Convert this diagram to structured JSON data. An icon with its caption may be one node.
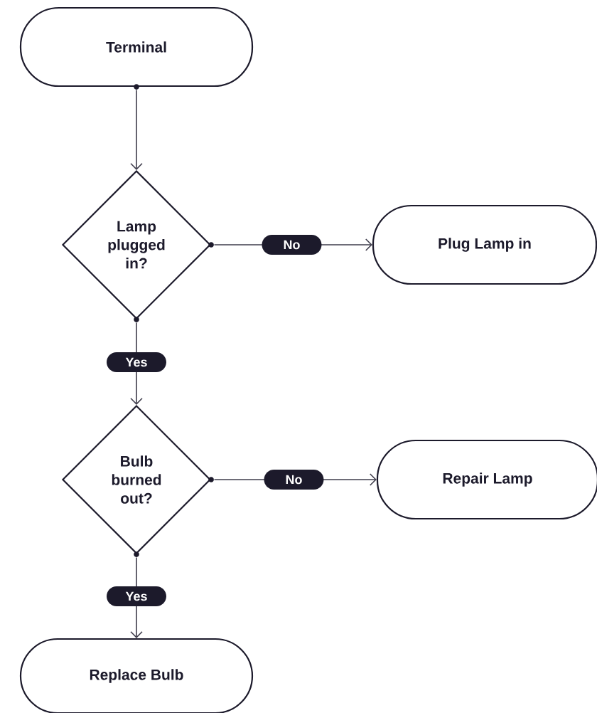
{
  "diagram": {
    "nodes": [
      {
        "text": [
          "Terminal"
        ]
      },
      {
        "text": [
          "Lamp plugged in?"
        ]
      },
      {
        "text": [
          "Plug Lamp in"
        ]
      },
      {
        "text": [
          "Bulb burned out?"
        ]
      },
      {
        "text": [
          "Repair Lamp"
        ]
      },
      {
        "text": [
          "Replace Bulb"
        ]
      }
    ],
    "edges": [
      {
        "from": 0,
        "to": 1,
        "arrow": "to"
      },
      {
        "from": 1,
        "to": 2,
        "arrow": "to",
        "label": "No"
      },
      {
        "from": 1,
        "to": 3,
        "arrow": "to",
        "label": "Yes"
      },
      {
        "from": 3,
        "to": 4,
        "arrow": "to",
        "label": "No"
      },
      {
        "from": 3,
        "to": 5,
        "arrow": "to",
        "label": "Yes"
      }
    ]
  }
}
